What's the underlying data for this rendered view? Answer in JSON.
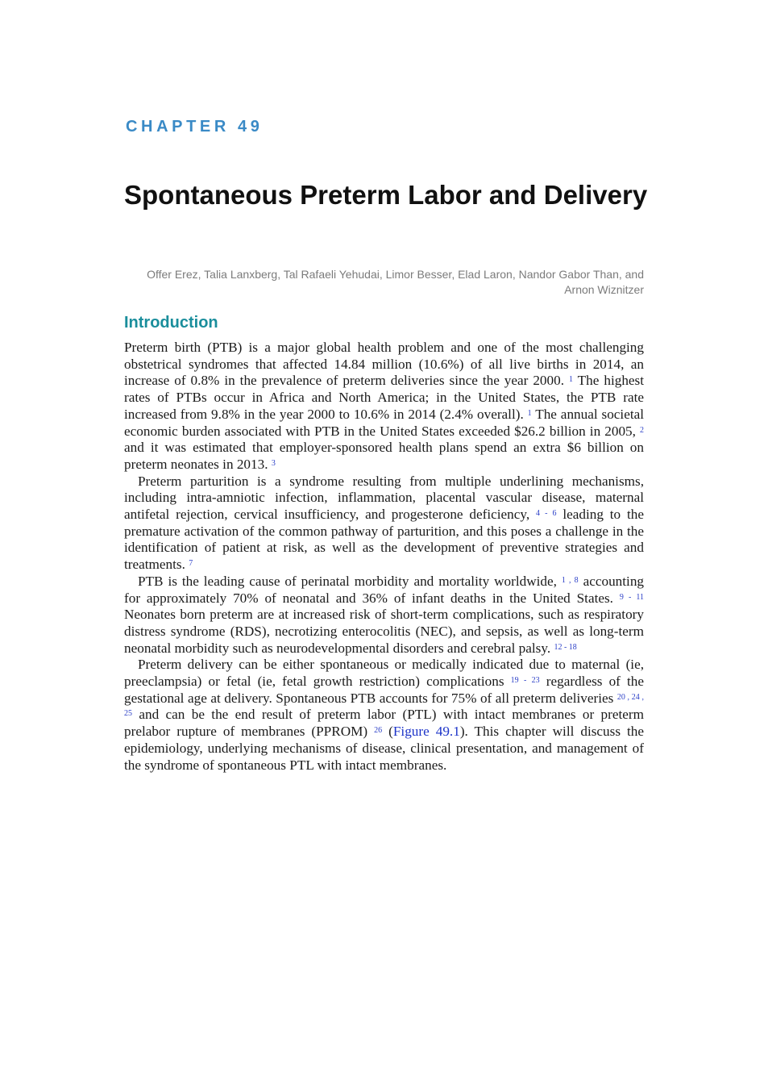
{
  "chapter_label": "CHAPTER 49",
  "title": "Spontaneous Preterm Labor and Delivery",
  "authors": "Offer Erez, Talia Lanxberg, Tal Rafaeli Yehudai, Limor Besser, Elad Laron, Nandor Gabor Than, and Arnon Wiznitzer",
  "section": {
    "heading": "Introduction"
  },
  "paragraphs": [
    {
      "t1": "Preterm birth (PTB) is a major global health problem and one of the most challenging obstetrical syndromes that affected 14.84 million (10.6%) of all live births in 2014, an increase of 0.8% in the prevalence of preterm deliveries since the year 2000.",
      "r1": "1",
      "t2": " The highest rates of PTBs occur in Africa and North America; in the United States, the PTB rate increased from 9.8% in the year 2000 to 10.6% in 2014 (2.4% overall).",
      "r2": "1",
      "t3": " The annual societal economic burden associated with PTB in the United States exceeded $26.2 billion in 2005,",
      "r3": "2",
      "t4": " and it was estimated that employer-sponsored health plans spend an extra $6 billion on preterm neonates in 2013.",
      "r4": "3"
    },
    {
      "t1": "Preterm parturition is a syndrome resulting from multiple underlining mechanisms, including intra-amniotic infection, inflammation, placental vascular disease, maternal antifetal rejection, cervical insufficiency, and progesterone deficiency,",
      "r1": "4 - 6",
      "t2": " leading to the premature activation of the common pathway of parturition, and this poses a challenge in the identification of patient at risk, as well as the development of preventive strategies and treatments.",
      "r2": "7"
    },
    {
      "t1": "PTB is the leading cause of perinatal morbidity and mortality worldwide,",
      "r1": "1 , 8",
      "t2": " accounting for approximately 70% of neonatal and 36% of infant deaths in the United States.",
      "r2": "9 - 11",
      "t3": " Neonates born preterm are at increased risk of short-term complications, such as respiratory distress syndrome (RDS), necrotizing enterocolitis (NEC), and sepsis, as well as long-term neonatal morbidity such as neurodevelopmental disorders and cerebral palsy.",
      "r3": "12 - 18"
    },
    {
      "t1": "Preterm delivery can be either spontaneous or medically indicated due to maternal (ie, preeclampsia) or fetal (ie, fetal growth restriction) complications",
      "r1": "19 - 23",
      "t2": " regardless of the gestational age at delivery. Spontaneous PTB accounts for 75% of all preterm deliveries",
      "r2": "20 , 24 , 25",
      "t3": " and can be the end result of preterm labor (PTL) with intact membranes or preterm prelabor rupture of membranes (PPROM)",
      "r3": "26",
      "t4": " (",
      "link": "Figure 49.1",
      "t5": "). This chapter will discuss the epidemiology, underlying mechanisms of disease, clinical presentation, and management of the syndrome of spontaneous PTL with intact membranes."
    }
  ]
}
